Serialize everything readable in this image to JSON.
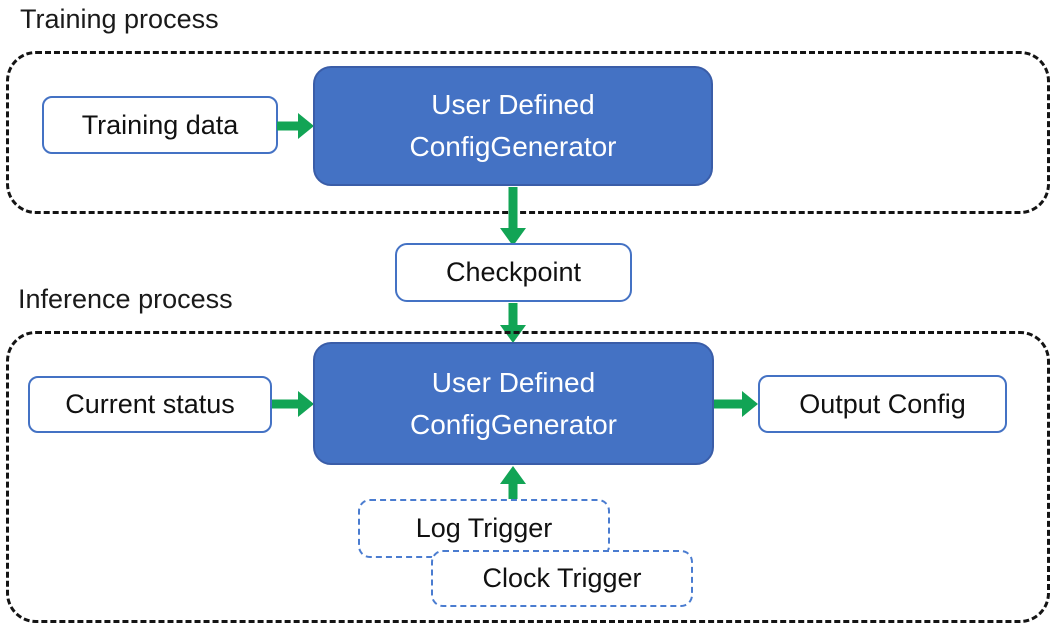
{
  "colors": {
    "box_blue_fill": "#4472C4",
    "box_blue_border": "#3A5DA8",
    "arrow_green": "#12A455",
    "dashed_black": "#141414",
    "trigger_dashed_blue": "#4A7CD0"
  },
  "training": {
    "title": "Training process",
    "input_label": "Training data",
    "generator": {
      "line1": "User Defined",
      "line2": "ConfigGenerator"
    }
  },
  "checkpoint": {
    "label": "Checkpoint"
  },
  "inference": {
    "title": "Inference process",
    "input_label": "Current status",
    "generator": {
      "line1": "User Defined",
      "line2": "ConfigGenerator"
    },
    "output_label": "Output Config",
    "triggers": {
      "log": "Log Trigger",
      "clock": "Clock Trigger"
    }
  }
}
